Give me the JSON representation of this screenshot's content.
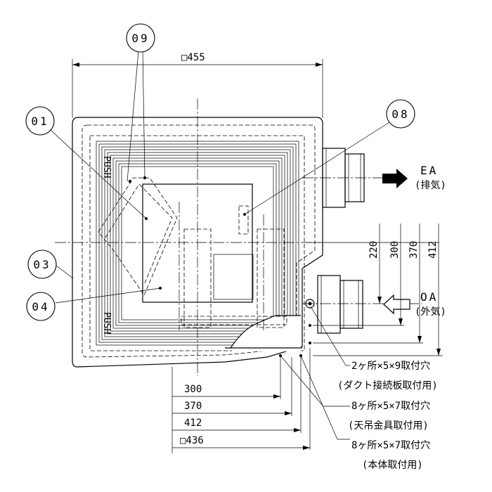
{
  "callouts": {
    "c01": "01",
    "c03": "03",
    "c04": "04",
    "c08": "08",
    "c09": "09"
  },
  "dimensions": {
    "top_width": "□455",
    "bottom_300": "300",
    "bottom_370": "370",
    "bottom_412": "412",
    "bottom_436": "□436",
    "right_220": "220",
    "right_300": "300",
    "right_370": "370",
    "right_412": "412"
  },
  "ports": {
    "ea_code": "EA",
    "ea_name": "(排気)",
    "oa_code": "OA",
    "oa_name": "(外気)"
  },
  "panel_marks": {
    "push_top": "PUSH",
    "push_bottom": "PUSH"
  },
  "notes": {
    "duct_holes": "2ヶ所×5×9取付穴",
    "duct_holes_use": "(ダクト接続板取付用)",
    "hanger_holes": "8ヶ所×5×7取付穴",
    "hanger_holes_use": "(天吊金具取付用)",
    "body_holes": "8ヶ所×5×7取付穴",
    "body_holes_use": "(本体取付用)"
  }
}
